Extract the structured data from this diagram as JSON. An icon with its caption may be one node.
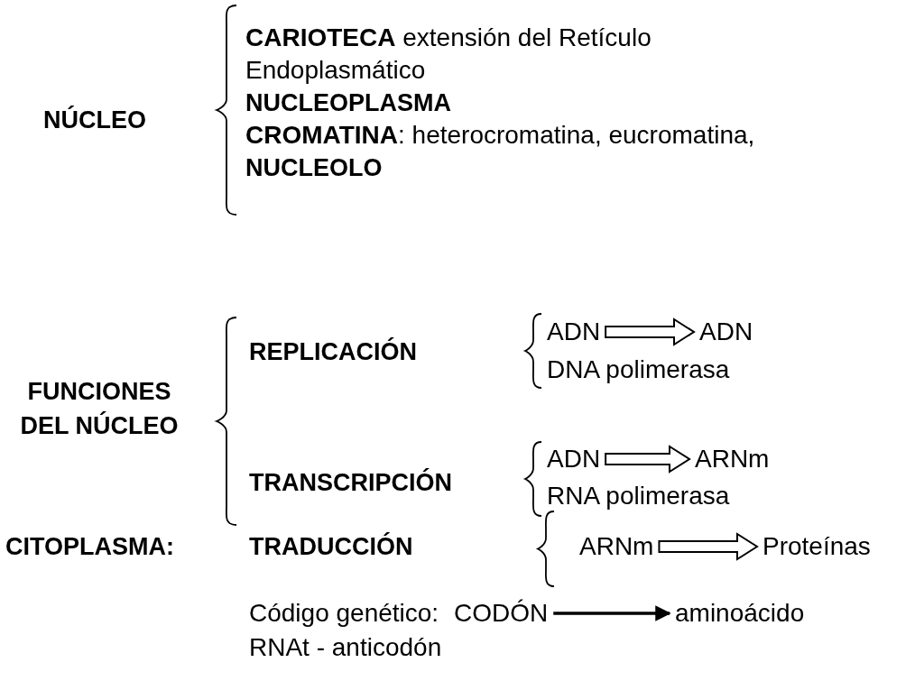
{
  "diagram": {
    "nodes": [
      {
        "text": [
          "ADN"
        ]
      },
      {
        "text": [
          "ADN"
        ]
      },
      {
        "text": [
          "ADN"
        ]
      },
      {
        "text": [
          "ARNm"
        ]
      },
      {
        "text": [
          "ARNm"
        ]
      },
      {
        "text": [
          "Proteínas"
        ]
      },
      {
        "text": [
          "CODÓN"
        ]
      },
      {
        "text": [
          "aminoácido"
        ]
      }
    ],
    "edges": [
      {
        "from": 0,
        "to": 1,
        "arrow": "to",
        "style": "thick"
      },
      {
        "from": 2,
        "to": 3,
        "arrow": "to",
        "style": "thick"
      },
      {
        "from": 4,
        "to": 5,
        "arrow": "to",
        "style": "thick"
      },
      {
        "from": 6,
        "to": 7,
        "arrow": "to"
      }
    ],
    "labels": [
      "NÚCLEO",
      "**CARIOTECA** extensión del Retículo Endoplasmático",
      "NUCLEOPLASMA",
      "**CROMATINA**:  heterocromatina, eucromatina,",
      "NUCLEOLO",
      "FUNCIONES DEL NÚCLEO",
      "REPLICACIÓN",
      "DNA polimerasa",
      "TRANSCRIPCIÓN",
      "RNA polimerasa",
      "CITOPLASMA:",
      "TRADUCCIÓN",
      "Código genético:",
      "RNAt - anticodón"
    ]
  }
}
